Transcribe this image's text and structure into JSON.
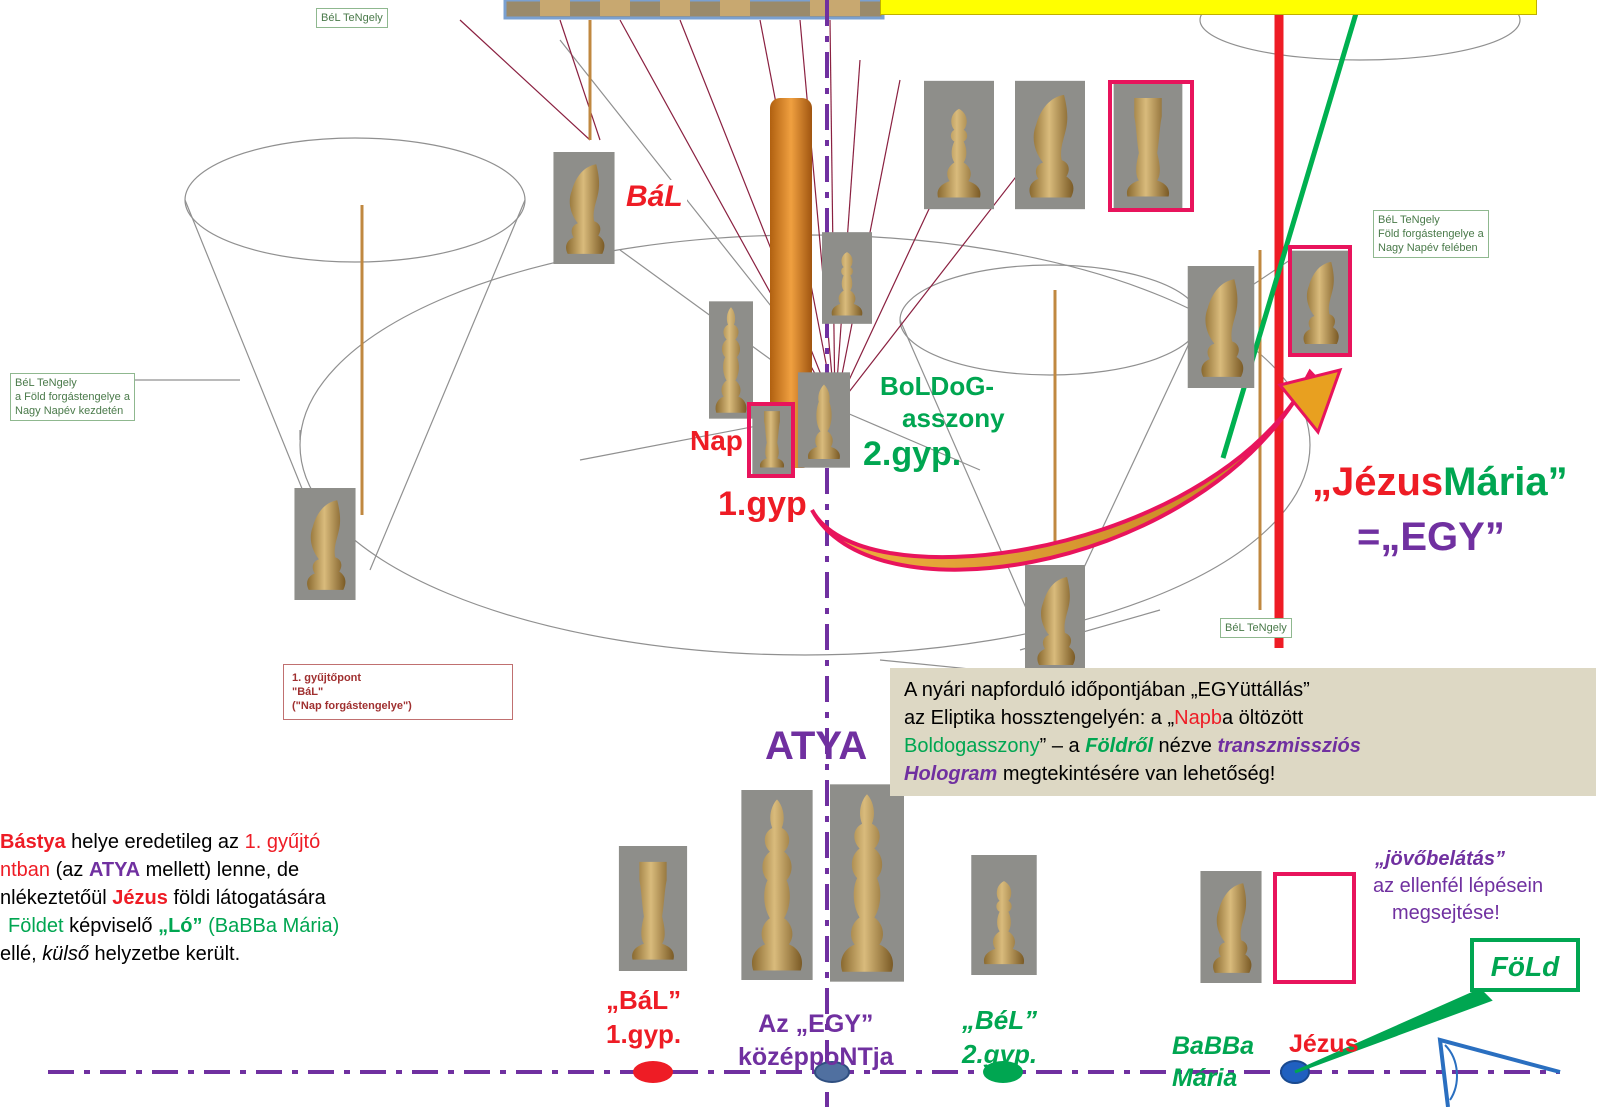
{
  "colors": {
    "red": "#ee1c25",
    "green": "#00a651",
    "purple": "#7030a0",
    "orange": "#e8a020",
    "magenta": "#e8145c"
  },
  "diagram_labels": {
    "bel_tengely_top": "BéL TeNgely",
    "bel_tengely_right": [
      "BéL TeNgely",
      "Föld forgástengelye a",
      "Nagy Napév felében"
    ],
    "bel_tengely_left": [
      "BéL TeNgely",
      "a Föld forgástengelye a",
      "Nagy Napév kezdetén"
    ],
    "bel_tengely_bottom": "BéL TeNgely",
    "gyujtopont": [
      "1. gyűjtőpont",
      "\"BáL\"",
      "(\"Nap forgástengelye\")"
    ]
  },
  "annotations": {
    "bal": "BáL",
    "boldog": [
      "BoLDoG-",
      "asszony",
      "2.gyp."
    ],
    "nap": "Nap",
    "gyp1": "1.gyp",
    "jezus_maria_1": "„Jézus",
    "jezus_maria_2": "Mária”",
    "egy": "=„EGY”",
    "atya": "ATYA"
  },
  "callout": {
    "p1": "A nyári napforduló időpontjában „EGYüttállás”",
    "p2a": "az Eliptika hossztengelyén: a „",
    "p2b": "Napb",
    "p2c": "a öltözött",
    "p3a": "Boldogasszony",
    "p3b": "” – a ",
    "p3c": "Földről",
    "p3d": " nézve ",
    "p3e": "transzmissziós",
    "p4a": "Hologram",
    "p4b": " megtekintésére van lehetőség!"
  },
  "left_paragraph": {
    "l1a": "Bástya",
    "l1b": " helye eredetileg az ",
    "l1c": "1. gyűjtó",
    "l2a": "ntban",
    "l2b": " (az ",
    "l2c": "ATYA",
    "l2d": " mellett) lenne, de",
    "l3a": "nlékeztetőül ",
    "l3b": "Jézus",
    "l3c": " földi látogatására",
    "l4a": "Földet",
    "l4b": " képviselő ",
    "l4c": "„Ló”",
    "l4d": " (BaBBa Mária)",
    "l5a": "ellé, ",
    "l5b": "külső",
    "l5c": " helyzetbe került."
  },
  "bottom_labels": {
    "bal_1": "„BáL”",
    "bal_2": "1.gyp.",
    "egy_1": "Az „EGY”",
    "egy_2": "középpoNTja",
    "bel_1": "„BéL”",
    "bel_2": "2.gyp.",
    "babba_1": "BaBBa",
    "babba_2": "Mária",
    "jezus": "Jézus",
    "jovobelatas": "„jövőbelátás”",
    "ellenfel": "az ellenfél lépésein",
    "megsejtese": "megsejtése!",
    "fold": "FöLd"
  },
  "icons": [
    "knight-piece-icon",
    "pawn-piece-icon",
    "rook-piece-icon",
    "queen-piece-icon",
    "king-piece-icon",
    "bishop-piece-icon"
  ]
}
